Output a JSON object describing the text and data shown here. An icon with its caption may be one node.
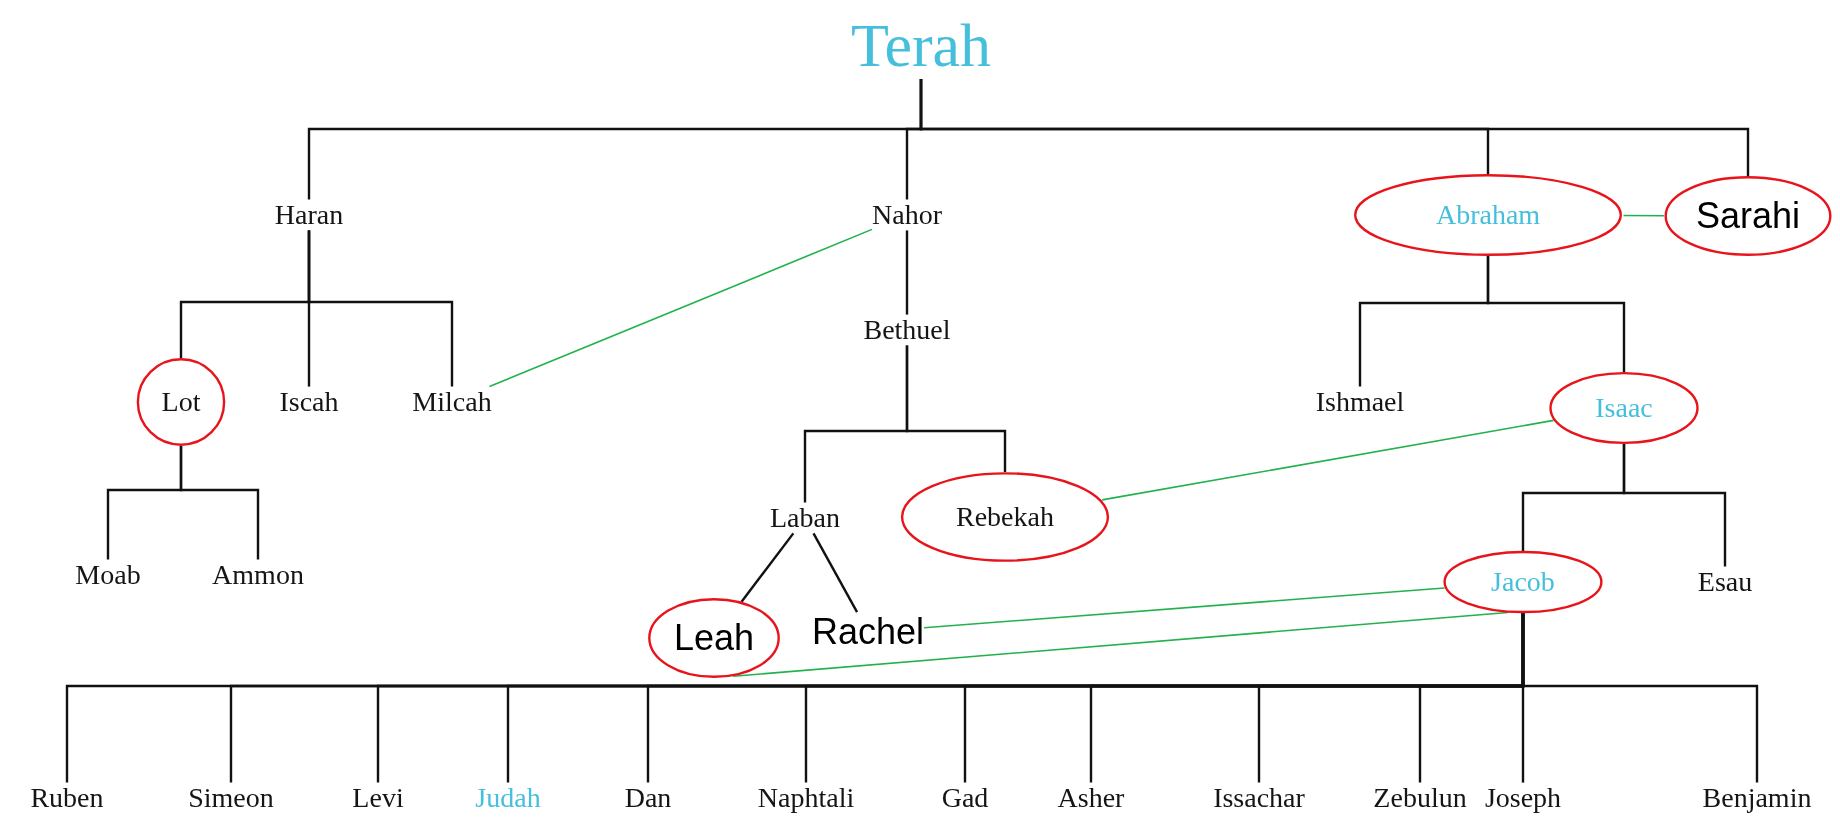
{
  "diagram": {
    "nodes": [
      {
        "text": [
          "Terah"
        ]
      },
      {
        "text": [
          "Haran"
        ]
      },
      {
        "text": [
          "Nahor"
        ]
      },
      {
        "text": [
          "Abraham"
        ]
      },
      {
        "text": [
          "Sarahi"
        ]
      },
      {
        "text": [
          "Bethuel"
        ]
      },
      {
        "text": [
          "Lot"
        ]
      },
      {
        "text": [
          "Iscah"
        ]
      },
      {
        "text": [
          "Milcah"
        ]
      },
      {
        "text": [
          "Ishmael"
        ]
      },
      {
        "text": [
          "Isaac"
        ]
      },
      {
        "text": [
          "Laban"
        ]
      },
      {
        "text": [
          "Rebekah"
        ]
      },
      {
        "text": [
          "Moab"
        ]
      },
      {
        "text": [
          "Ammon"
        ]
      },
      {
        "text": [
          "Jacob"
        ]
      },
      {
        "text": [
          "Esau"
        ]
      },
      {
        "text": [
          "Leah"
        ]
      },
      {
        "text": [
          "Rachel"
        ]
      },
      {
        "text": [
          "Ruben"
        ]
      },
      {
        "text": [
          "Simeon"
        ]
      },
      {
        "text": [
          "Levi"
        ]
      },
      {
        "text": [
          "Judah"
        ]
      },
      {
        "text": [
          "Dan"
        ]
      },
      {
        "text": [
          "Naphtali"
        ]
      },
      {
        "text": [
          "Gad"
        ]
      },
      {
        "text": [
          "Asher"
        ]
      },
      {
        "text": [
          "Issachar"
        ]
      },
      {
        "text": [
          "Zebulun"
        ]
      },
      {
        "text": [
          "Joseph"
        ]
      },
      {
        "text": [
          "Benjamin"
        ]
      }
    ],
    "edges": [
      {
        "from": 0,
        "to": 1,
        "arrow": "none"
      },
      {
        "from": 0,
        "to": 2,
        "arrow": "none"
      },
      {
        "from": 0,
        "to": 3,
        "arrow": "none"
      },
      {
        "from": 0,
        "to": 4,
        "arrow": "none"
      },
      {
        "from": 3,
        "to": 4,
        "arrow": "none",
        "color": "#22b14c"
      },
      {
        "from": 1,
        "to": 6,
        "arrow": "none"
      },
      {
        "from": 1,
        "to": 7,
        "arrow": "none"
      },
      {
        "from": 1,
        "to": 8,
        "arrow": "none"
      },
      {
        "from": 8,
        "to": 2,
        "arrow": "none",
        "color": "#22b14c"
      },
      {
        "from": 2,
        "to": 5,
        "arrow": "none"
      },
      {
        "from": 5,
        "to": 11,
        "arrow": "none"
      },
      {
        "from": 5,
        "to": 12,
        "arrow": "none"
      },
      {
        "from": 3,
        "to": 9,
        "arrow": "none"
      },
      {
        "from": 3,
        "to": 10,
        "arrow": "none"
      },
      {
        "from": 12,
        "to": 10,
        "arrow": "none",
        "color": "#22b14c"
      },
      {
        "from": 6,
        "to": 13,
        "arrow": "none"
      },
      {
        "from": 6,
        "to": 14,
        "arrow": "none"
      },
      {
        "from": 10,
        "to": 15,
        "arrow": "none"
      },
      {
        "from": 10,
        "to": 16,
        "arrow": "none"
      },
      {
        "from": 11,
        "to": 17,
        "arrow": "none"
      },
      {
        "from": 11,
        "to": 18,
        "arrow": "none"
      },
      {
        "from": 18,
        "to": 15,
        "arrow": "none",
        "color": "#22b14c"
      },
      {
        "from": 17,
        "to": 15,
        "arrow": "none",
        "color": "#22b14c"
      },
      {
        "from": 15,
        "to": 19,
        "arrow": "none"
      },
      {
        "from": 15,
        "to": 20,
        "arrow": "none"
      },
      {
        "from": 15,
        "to": 21,
        "arrow": "none"
      },
      {
        "from": 15,
        "to": 22,
        "arrow": "none"
      },
      {
        "from": 15,
        "to": 23,
        "arrow": "none"
      },
      {
        "from": 15,
        "to": 24,
        "arrow": "none"
      },
      {
        "from": 15,
        "to": 25,
        "arrow": "none"
      },
      {
        "from": 15,
        "to": 26,
        "arrow": "none"
      },
      {
        "from": 15,
        "to": 27,
        "arrow": "none"
      },
      {
        "from": 15,
        "to": 28,
        "arrow": "none"
      },
      {
        "from": 15,
        "to": 29,
        "arrow": "none"
      },
      {
        "from": 15,
        "to": 30,
        "arrow": "none"
      }
    ]
  }
}
